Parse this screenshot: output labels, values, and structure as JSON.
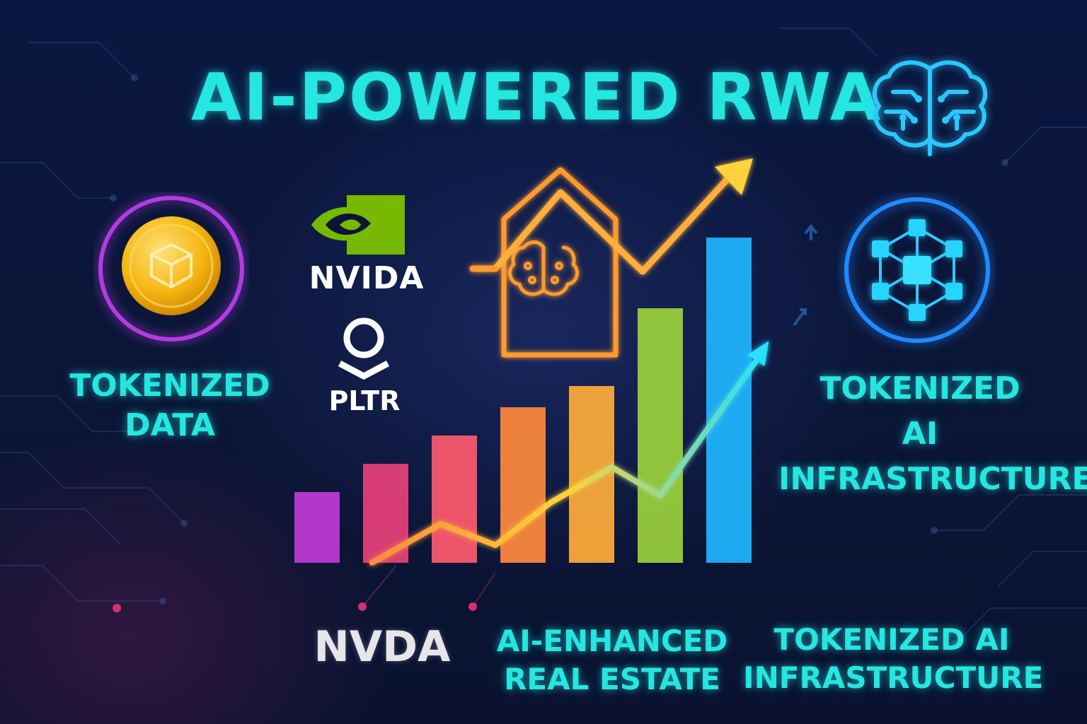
{
  "title": "AI-POWERED RWA",
  "left_card": {
    "label": "TOKENIZED\nDATA",
    "icon": "gold-token-icon"
  },
  "right_card": {
    "label": "TOKENIZED\nAI\nINFRASTRUCTURE",
    "icon": "network-cube-icon"
  },
  "logos": {
    "nvidia_text": "NVIDA",
    "pltr_text": "PLTR"
  },
  "bottom_labels": {
    "nvda": "NVDA",
    "real_estate": "AI-ENHANCED\nREAL ESTATE",
    "infrastructure": "TOKENIZED AI\nINFRASTRUCTURE"
  },
  "colors": {
    "accent_cyan": "#25e6e0",
    "gold": "#f5b511",
    "purple_ring": "#b13ce0",
    "blue_ring": "#1f8bff",
    "nvidia_green": "#76b900",
    "arrow_orange": "#ff9a2e",
    "arrow_yellow": "#ffd23a"
  },
  "icons": [
    "brain-circuit-icon",
    "house-brain-icon",
    "growth-arrow-icon",
    "trend-arrow-icon"
  ],
  "chart_data": {
    "type": "bar",
    "categories": [
      "",
      "",
      "",
      "",
      "",
      "",
      ""
    ],
    "values": [
      1.0,
      1.4,
      1.8,
      2.2,
      2.5,
      3.6,
      4.6
    ],
    "bar_colors": [
      "#c03bd8",
      "#e8417a",
      "#ff5a6e",
      "#ff8a3d",
      "#ffae3a",
      "#9bd33c",
      "#1fb6ff"
    ],
    "trend_line": [
      [
        0.8,
        0.0
      ],
      [
        1.8,
        0.55
      ],
      [
        2.6,
        0.25
      ],
      [
        3.4,
        0.85
      ],
      [
        4.3,
        1.35
      ],
      [
        5.0,
        0.95
      ],
      [
        6.5,
        3.0
      ]
    ],
    "xlabel": "",
    "ylabel": "",
    "grid": false
  }
}
